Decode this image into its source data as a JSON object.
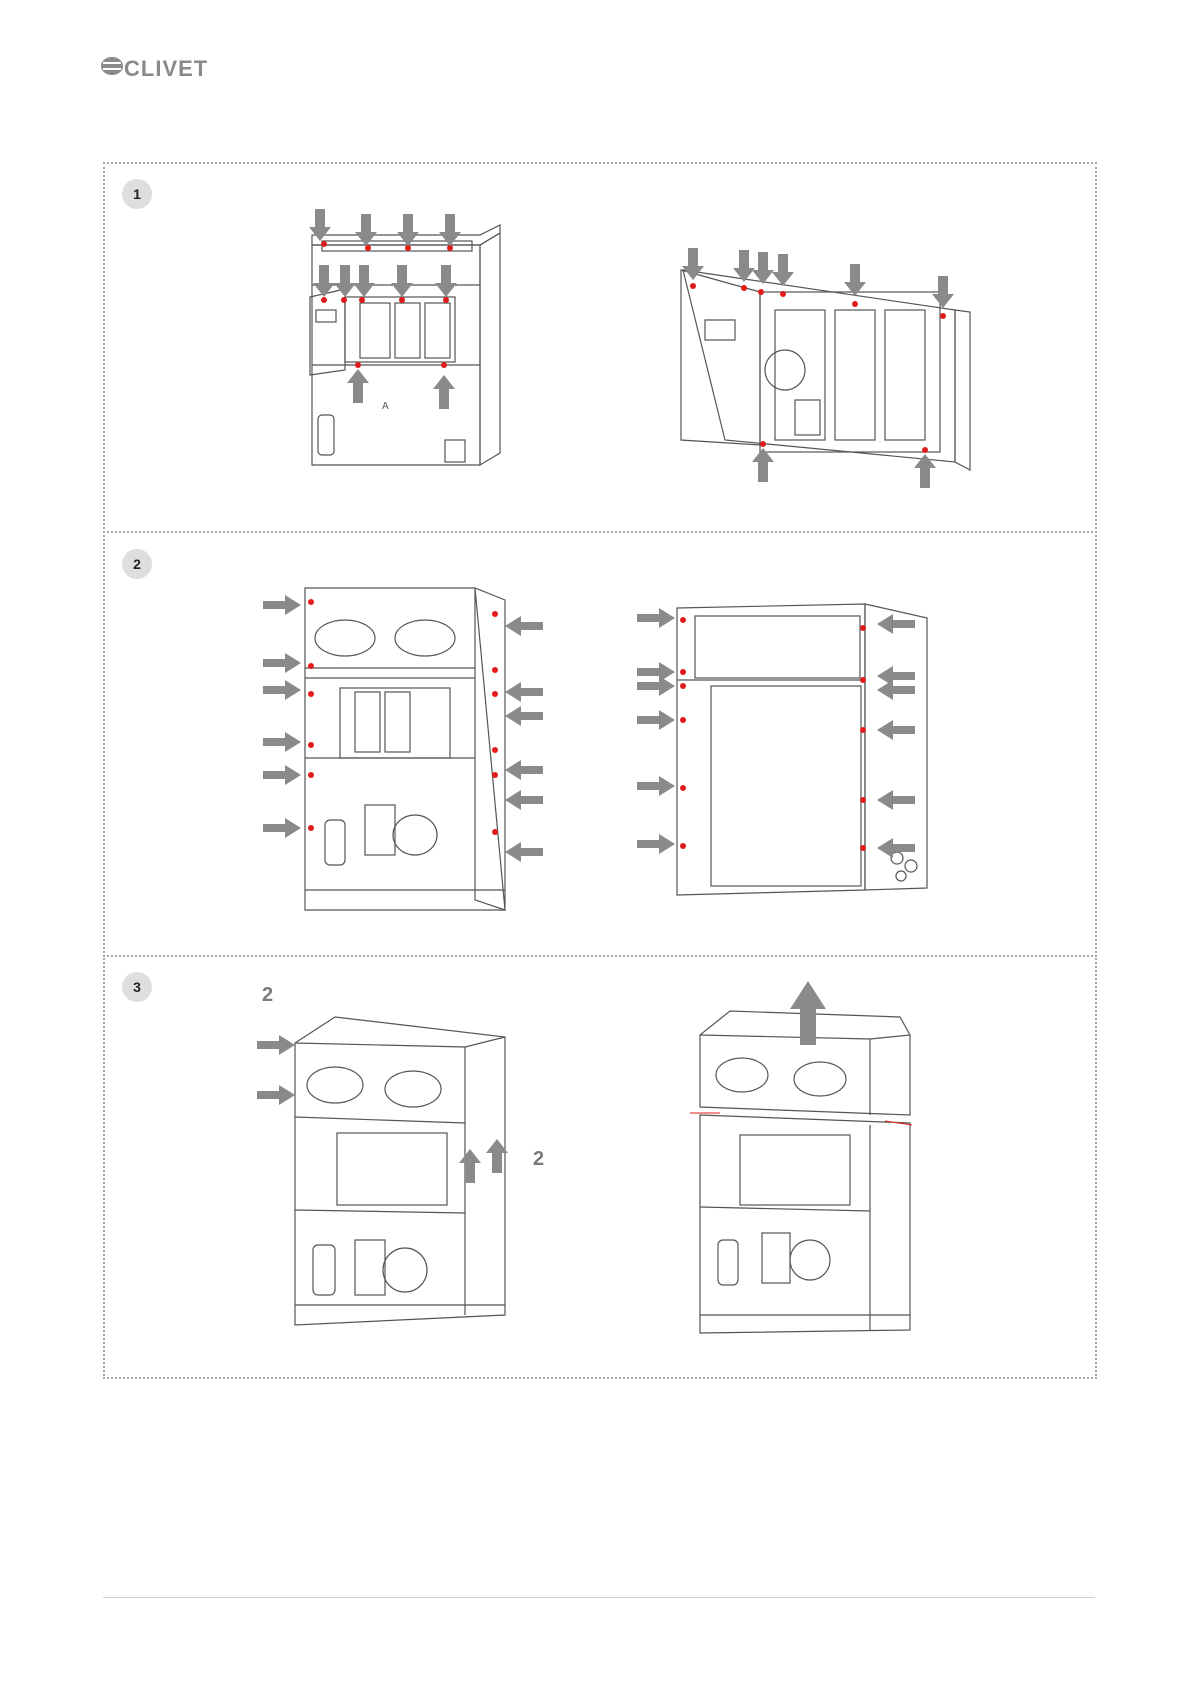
{
  "header": {
    "brand": "CLIVET",
    "trademark": "®"
  },
  "steps": [
    {
      "number": "1"
    },
    {
      "number": "2"
    },
    {
      "number": "3",
      "label_left": "2",
      "label_right": "2"
    }
  ],
  "colors": {
    "frame_dots": "#a8a8a8",
    "badge_bg": "#dedede",
    "arrow": "#8a8a8a",
    "screw_marker": "#e01b1b",
    "drawing_line": "#555555"
  }
}
